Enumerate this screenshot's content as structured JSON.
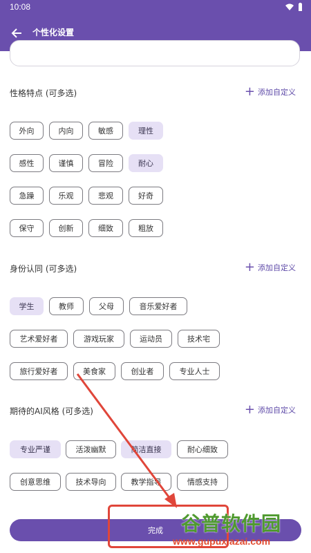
{
  "status": {
    "time": "10:08"
  },
  "appbar": {
    "title": "个性化设置"
  },
  "sections": {
    "personality": {
      "title": "性格特点 (可多选)",
      "add_label": "添加自定义",
      "chips": [
        {
          "label": "外向",
          "selected": false
        },
        {
          "label": "内向",
          "selected": false
        },
        {
          "label": "敏感",
          "selected": false
        },
        {
          "label": "理性",
          "selected": true
        },
        {
          "label": "感性",
          "selected": false
        },
        {
          "label": "谨慎",
          "selected": false
        },
        {
          "label": "冒险",
          "selected": false
        },
        {
          "label": "耐心",
          "selected": true
        },
        {
          "label": "急躁",
          "selected": false
        },
        {
          "label": "乐观",
          "selected": false
        },
        {
          "label": "悲观",
          "selected": false
        },
        {
          "label": "好奇",
          "selected": false
        },
        {
          "label": "保守",
          "selected": false
        },
        {
          "label": "创新",
          "selected": false
        },
        {
          "label": "细致",
          "selected": false
        },
        {
          "label": "粗放",
          "selected": false
        }
      ]
    },
    "identity": {
      "title": "身份认同 (可多选)",
      "add_label": "添加自定义",
      "chips": [
        {
          "label": "学生",
          "selected": true
        },
        {
          "label": "教师",
          "selected": false
        },
        {
          "label": "父母",
          "selected": false
        },
        {
          "label": "音乐爱好者",
          "selected": false
        },
        {
          "label": "艺术爱好者",
          "selected": false
        },
        {
          "label": "游戏玩家",
          "selected": false
        },
        {
          "label": "运动员",
          "selected": false
        },
        {
          "label": "技术宅",
          "selected": false
        },
        {
          "label": "旅行爱好者",
          "selected": false
        },
        {
          "label": "美食家",
          "selected": false
        },
        {
          "label": "创业者",
          "selected": false
        },
        {
          "label": "专业人士",
          "selected": false
        }
      ]
    },
    "ai_style": {
      "title": "期待的AI风格 (可多选)",
      "add_label": "添加自定义",
      "chips": [
        {
          "label": "专业严谨",
          "selected": true
        },
        {
          "label": "活泼幽默",
          "selected": false
        },
        {
          "label": "简洁直接",
          "selected": true
        },
        {
          "label": "耐心细致",
          "selected": false
        },
        {
          "label": "创意思维",
          "selected": false
        },
        {
          "label": "技术导向",
          "selected": false
        },
        {
          "label": "教学指导",
          "selected": false
        },
        {
          "label": "情感支持",
          "selected": false
        }
      ]
    }
  },
  "done_button": {
    "label": "完成"
  },
  "watermark": {
    "brand": "谷普软件园",
    "url": "www.gupuxiazai.com"
  },
  "colors": {
    "accent": "#6a4fad",
    "chip_selected": "#e6e0f5",
    "annotation": "#e0463a"
  }
}
